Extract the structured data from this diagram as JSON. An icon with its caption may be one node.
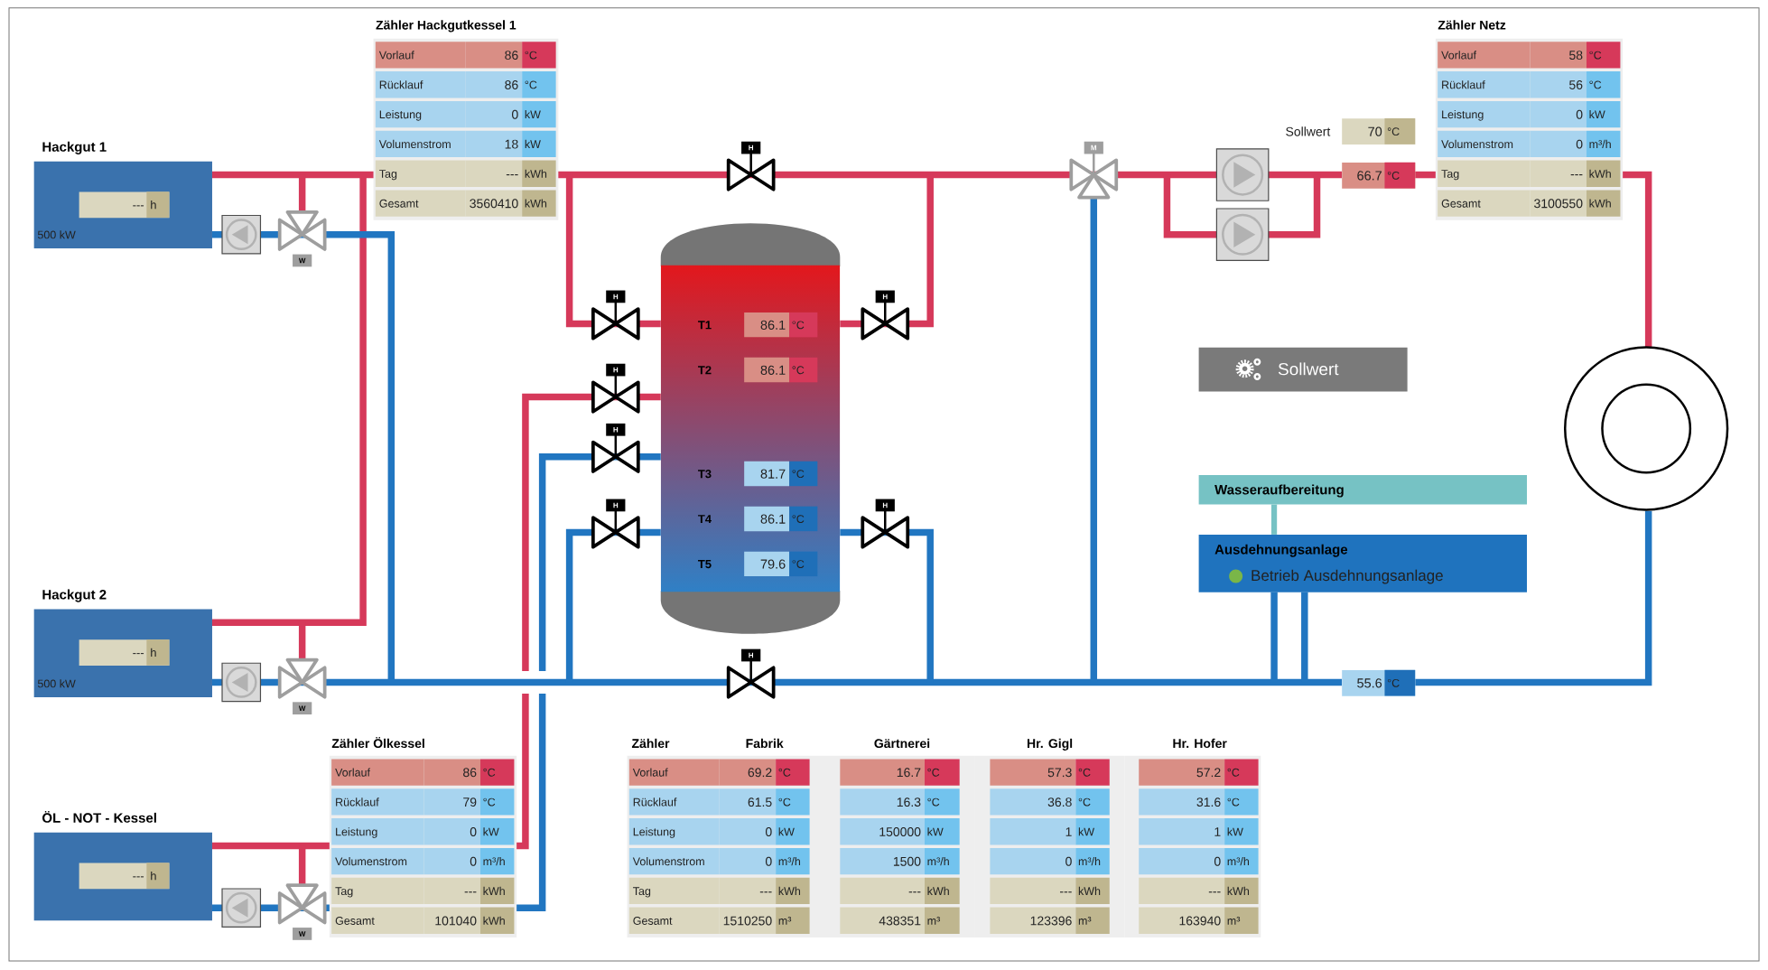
{
  "diagram": {
    "nodes": [
      {
        "text": [
          "Zähler Hackgutkessel 1",
          "Vorlauf",
          "86",
          "°C",
          "Rücklauf",
          "86",
          "°C",
          "Leistung",
          "0",
          "kW",
          "Volumenstrom",
          "18",
          "kW",
          "Tag",
          "---",
          "kWh",
          "Gesamt",
          "3560410",
          "kWh"
        ]
      },
      {
        "text": [
          "Zähler Netz",
          "Vorlauf",
          "58",
          "°C",
          "Rücklauf",
          "56",
          "°C",
          "Leistung",
          "0",
          "kW",
          "Volumenstrom",
          "0",
          "m³/h",
          "Tag",
          "---",
          "kWh",
          "Gesamt",
          "3100550",
          "kWh"
        ]
      },
      {
        "text": [
          "H"
        ]
      },
      {
        "text": [
          "M"
        ]
      },
      {
        "text": [
          "70",
          "°C"
        ],
        "beside": [
          "Sollwert"
        ]
      },
      {
        "text": [
          "66.7",
          "°C"
        ]
      },
      {
        "text": [
          "Hackgut 1",
          "500 kW"
        ]
      },
      {
        "text": [
          "---",
          "h"
        ],
        "in": 6
      },
      {
        "text": [
          "W"
        ]
      },
      {
        "text": [
          "T1",
          "86.1",
          "°C",
          "T2",
          "86.1",
          "°C",
          "T3",
          "81.7",
          "°C",
          "T4",
          "86.1",
          "°C",
          "T5",
          "79.6",
          "°C"
        ]
      },
      {
        "text": [
          "H"
        ]
      },
      {
        "text": [
          "H"
        ]
      },
      {
        "text": [
          "H"
        ]
      },
      {
        "text": [
          "H"
        ]
      },
      {
        "text": [
          "H"
        ]
      },
      {
        "text": [
          "H"
        ]
      },
      {
        "text": [
          "Sollwert"
        ]
      },
      {
        "text": [],
        "shape": "circle"
      },
      {
        "text": [
          "Wasseraufbereitung"
        ]
      },
      {
        "text": [
          "Ausdehnungsanlage",
          "Betrieb Ausdehnungsanlage"
        ]
      },
      {
        "text": [
          "Hackgut 2",
          "500 kW"
        ]
      },
      {
        "text": [
          "---",
          "h"
        ],
        "in": 20
      },
      {
        "text": [
          "W"
        ]
      },
      {
        "text": [
          "H"
        ]
      },
      {
        "text": [
          "55.6",
          "°C"
        ]
      },
      {
        "text": [
          "Zähler Ölkessel",
          "Vorlauf",
          "86",
          "°C",
          "Rücklauf",
          "79",
          "°C",
          "Leistung",
          "0",
          "kW",
          "Volumenstrom",
          "0",
          "m³/h",
          "Tag",
          "---",
          "kWh",
          "Gesamt",
          "101040",
          "kWh"
        ]
      },
      {
        "text": [
          "Zähler",
          "Fabrik",
          "Vorlauf",
          "69.2",
          "°C",
          "Rücklauf",
          "61.5",
          "°C",
          "Leistung",
          "0",
          "kW",
          "Volumenstrom",
          "0",
          "m³/h",
          "Tag",
          "---",
          "kWh",
          "Gesamt",
          "1510250",
          "m³"
        ]
      },
      {
        "text": [
          "Gärtnerei",
          "16.7",
          "°C",
          "16.3",
          "°C",
          "150000",
          "kW",
          "1500",
          "m³/h",
          "---",
          "kWh",
          "438351",
          "m³"
        ]
      },
      {
        "text": [
          "Hr. Gigl",
          "57.3",
          "°C",
          "36.8",
          "°C",
          "1",
          "kW",
          "0",
          "m³/h",
          "---",
          "kWh",
          "123396",
          "m³"
        ]
      },
      {
        "text": [
          "Hr. Hofer",
          "57.2",
          "°C",
          "31.6",
          "°C",
          "1",
          "kW",
          "0",
          "m³/h",
          "---",
          "kWh",
          "163940",
          "m³"
        ]
      },
      {
        "text": [
          "ÖL - NOT - Kessel"
        ]
      },
      {
        "text": [
          "---",
          "h"
        ],
        "in": 30
      },
      {
        "text": [
          "W"
        ]
      }
    ],
    "edges": [
      {
        "from": 18,
        "to": 19,
        "arrow": "none"
      }
    ]
  }
}
